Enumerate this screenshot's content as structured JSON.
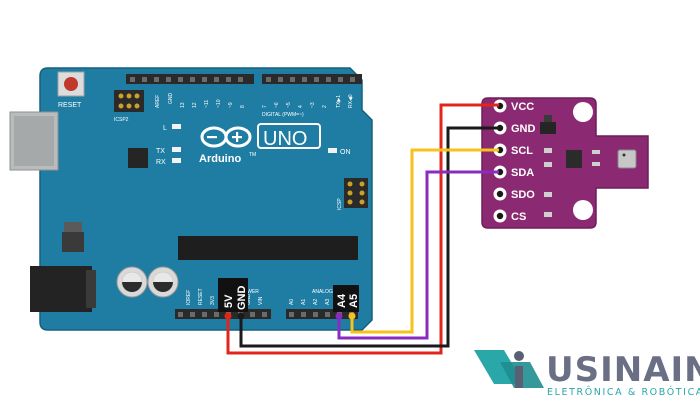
{
  "arduino": {
    "reset": "RESET",
    "icsp2": "ICSP2",
    "aref": "AREF",
    "gnd_top": "GND",
    "digital_nums": [
      "13",
      "12",
      "~11",
      "~10",
      "~9",
      "8",
      "7",
      "~6",
      "~5",
      "4",
      "~3",
      "2",
      "TX▶1",
      "RX◀0"
    ],
    "digital": "DIGITAL (PWM=~)",
    "l": "L",
    "tx": "TX",
    "rx": "RX",
    "on": "ON",
    "icsp": "ICSP",
    "uno": "UNO",
    "brand": "Arduino",
    "tm": "TM",
    "ioref": "IOREF",
    "reset_bottom": "RESET",
    "v33": "3V3",
    "v5": "5V",
    "gnd1": "GND",
    "gnd2": "GND",
    "vin": "VIN",
    "power": "POWER",
    "analog_in": "ANALOG IN",
    "analog_pins": [
      "A0",
      "A1",
      "A2",
      "A3",
      "A4",
      "A5"
    ]
  },
  "callouts": {
    "v5": "5V",
    "gnd": "GND",
    "a4": "A4",
    "a5": "A5"
  },
  "sensor": {
    "pins": [
      "VCC",
      "GND",
      "SCL",
      "SDA",
      "SDO",
      "CS"
    ]
  },
  "wires": {
    "red": "#e1251b",
    "black": "#1a1a1a",
    "yellow": "#f6c21b",
    "purple": "#8a2cc0"
  },
  "logo": {
    "name": "USINAINFO",
    "tagline": "ELETRÔNICA & ROBÓTICA"
  }
}
